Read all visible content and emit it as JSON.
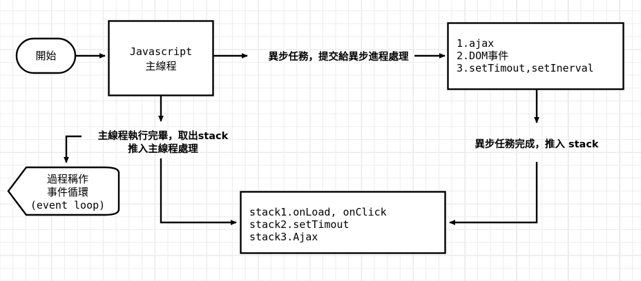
{
  "diagram": {
    "title": "Javascript event loop flow diagram",
    "background": {
      "grid_minor_color": "#ececec",
      "grid_major_color": "#d9d9d9",
      "page_color": "#ffffff"
    },
    "stroke_color": "#000000",
    "nodes": {
      "start": {
        "shape": "stadium",
        "label": "開始"
      },
      "main_thread": {
        "shape": "rectangle",
        "line1": "Javascript",
        "line2": "主線程"
      },
      "async_list": {
        "shape": "rectangle",
        "line1": "1.ajax",
        "line2": "2.DOM事件",
        "line3": "3.setTimout,setInerval"
      },
      "event_loop": {
        "shape": "hexagon",
        "line1": "過程稱作",
        "line2": "事件循環",
        "line3": "(event loop)"
      },
      "stack_queue": {
        "shape": "rectangle",
        "line1": "stack1.onLoad, onClick",
        "line2": "stack2.setTimout",
        "line3": "stack3.Ajax"
      }
    },
    "edge_labels": {
      "async_dispatch": "異步任務，提交給異步進程處理",
      "pull_from_stack_line1": "主線程執行完畢，取出stack",
      "pull_from_stack_line2": "推入主線程處理",
      "async_done": "異步任務完成，推入 stack"
    }
  }
}
